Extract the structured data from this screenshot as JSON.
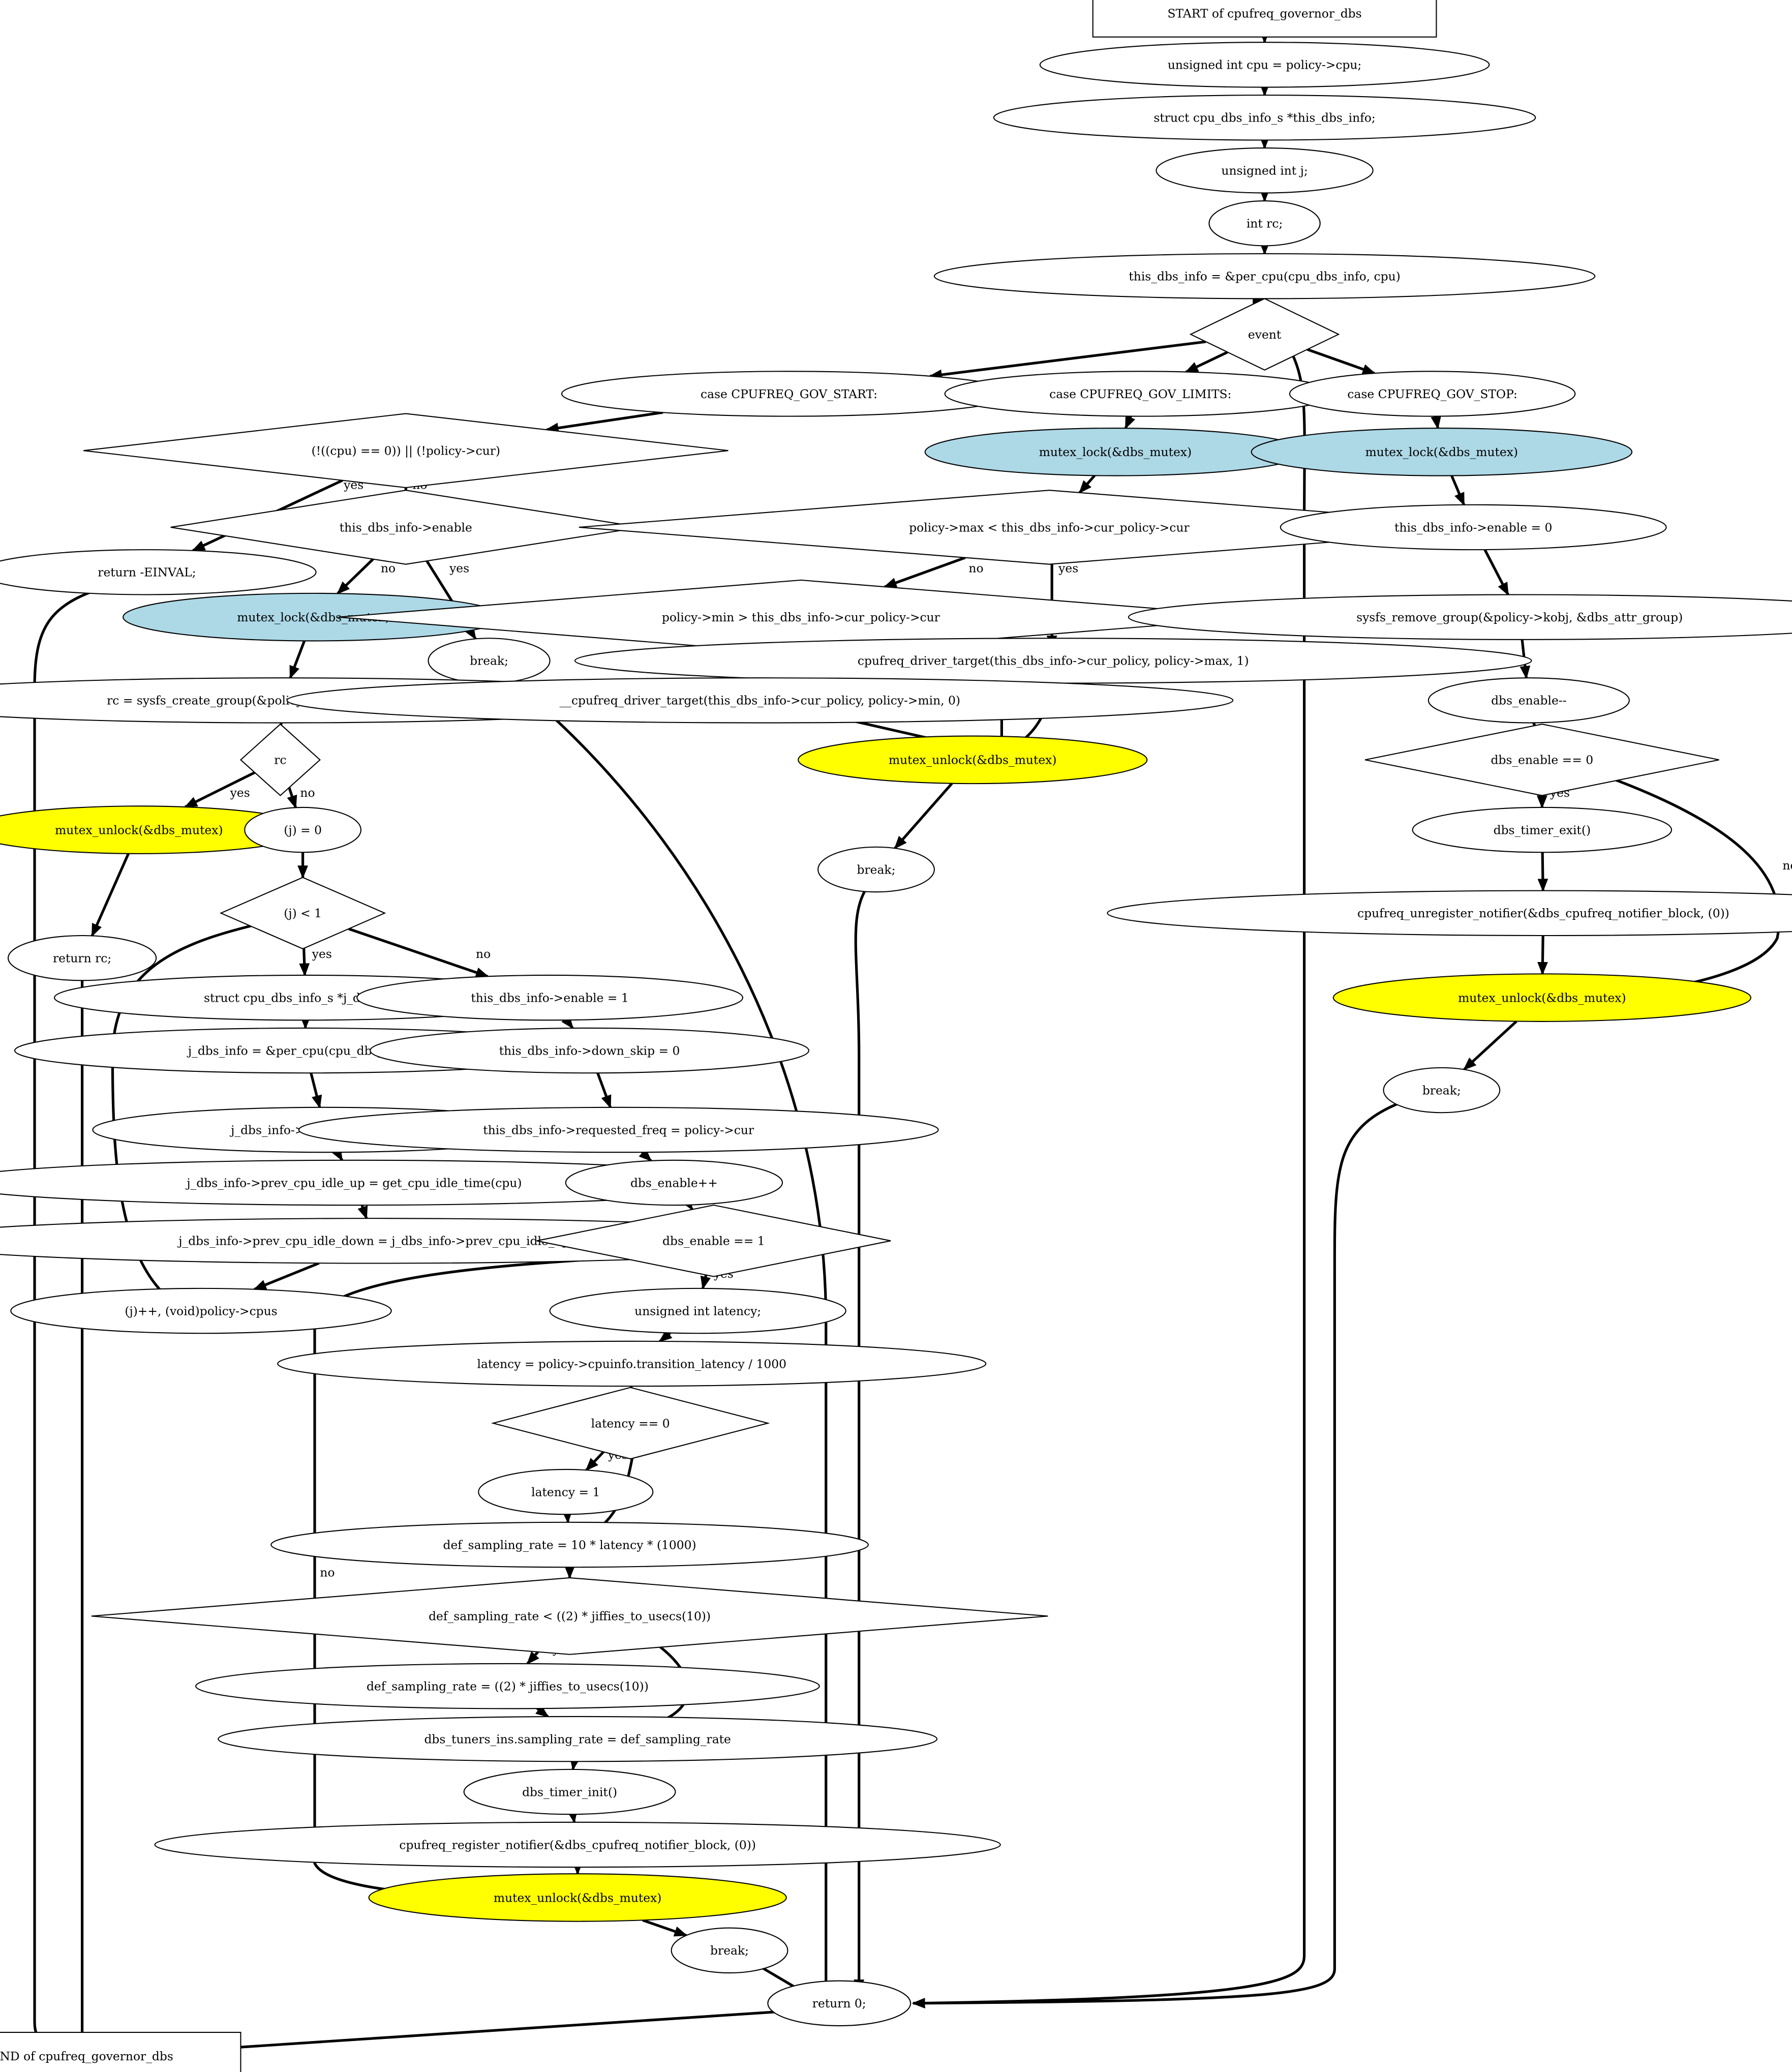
{
  "colors": {
    "lock_fill": "#add8e6",
    "unlock_fill": "#ffff00",
    "default_fill": "#ffffff",
    "stroke": "#000000"
  },
  "nodes": {
    "start": {
      "label": "START of cpufreq_governor_dbs",
      "shape": "box"
    },
    "n_cpu": {
      "label": "unsigned int cpu = policy->cpu;"
    },
    "n_struct": {
      "label": "struct cpu_dbs_info_s *this_dbs_info;"
    },
    "n_uj": {
      "label": "unsigned int j;"
    },
    "n_rc": {
      "label": "int rc;"
    },
    "n_this": {
      "label": "this_dbs_info = &per_cpu(cpu_dbs_info, cpu)"
    },
    "event": {
      "label": "event",
      "shape": "diamond"
    },
    "case_start": {
      "label": "case CPUFREQ_GOV_START:"
    },
    "case_limits": {
      "label": "case CPUFREQ_GOV_LIMITS:"
    },
    "case_stop": {
      "label": "case CPUFREQ_GOV_STOP:"
    },
    "cond_cpu": {
      "label": "(!((cpu) == 0)) || (!policy->cur)",
      "shape": "diamond"
    },
    "ret_einval": {
      "label": "return -EINVAL;"
    },
    "cond_enable": {
      "label": "this_dbs_info->enable",
      "shape": "diamond"
    },
    "lock_s": {
      "label": "mutex_lock(&dbs_mutex)",
      "fill": "lock"
    },
    "break_s1": {
      "label": "break;"
    },
    "sysfs_create": {
      "label": "rc = sysfs_create_group(&policy->kobj, &dbs_attr_group)"
    },
    "cond_rc": {
      "label": "rc",
      "shape": "diamond"
    },
    "unlock_rc": {
      "label": "mutex_unlock(&dbs_mutex)",
      "fill": "unlock"
    },
    "j_init": {
      "label": "(j) = 0"
    },
    "return_rc": {
      "label": "return rc;"
    },
    "cond_j": {
      "label": "(j) < 1",
      "shape": "diamond"
    },
    "j_struct": {
      "label": "struct cpu_dbs_info_s *j_dbs_info;"
    },
    "j_per": {
      "label": "j_dbs_info = &per_cpu(cpu_dbs_info, j)"
    },
    "j_cur": {
      "label": "j_dbs_info->cur_policy = policy"
    },
    "j_prev": {
      "label": "j_dbs_info->prev_cpu_idle_up = get_cpu_idle_time(cpu)"
    },
    "j_down": {
      "label": "j_dbs_info->prev_cpu_idle_down = j_dbs_info->prev_cpu_idle_up"
    },
    "j_inc": {
      "label": "(j)++, (void)policy->cpus"
    },
    "en1": {
      "label": "this_dbs_info->enable = 1"
    },
    "down_skip": {
      "label": "this_dbs_info->down_skip = 0"
    },
    "req_freq": {
      "label": "this_dbs_info->requested_freq = policy->cur"
    },
    "dbs_inc": {
      "label": "dbs_enable++"
    },
    "cond_dbs1": {
      "label": "dbs_enable == 1",
      "shape": "diamond"
    },
    "lat_decl": {
      "label": "unsigned int latency;"
    },
    "lat_assign": {
      "label": "latency = policy->cpuinfo.transition_latency / 1000"
    },
    "cond_lat": {
      "label": "latency == 0",
      "shape": "diamond"
    },
    "lat1": {
      "label": "latency = 1"
    },
    "def_rate": {
      "label": "def_sampling_rate = 10 * latency * (1000)"
    },
    "cond_def": {
      "label": "def_sampling_rate < ((2) * jiffies_to_usecs(10))",
      "shape": "diamond"
    },
    "def_set": {
      "label": "def_sampling_rate = ((2) * jiffies_to_usecs(10))"
    },
    "tuners": {
      "label": "dbs_tuners_ins.sampling_rate = def_sampling_rate"
    },
    "timer_init": {
      "label": "dbs_timer_init()"
    },
    "reg_notif": {
      "label": "cpufreq_register_notifier(&dbs_cpufreq_notifier_block, (0))"
    },
    "unlock_s": {
      "label": "mutex_unlock(&dbs_mutex)",
      "fill": "unlock"
    },
    "break_s2": {
      "label": "break;"
    },
    "lock_l": {
      "label": "mutex_lock(&dbs_mutex)",
      "fill": "lock"
    },
    "cond_max": {
      "label": "policy->max < this_dbs_info->cur_policy->cur",
      "shape": "diamond"
    },
    "cond_min": {
      "label": "policy->min > this_dbs_info->cur_policy->cur",
      "shape": "diamond"
    },
    "target_max": {
      "label": "cpufreq_driver_target(this_dbs_info->cur_policy, policy->max, 1)"
    },
    "target_min": {
      "label": "__cpufreq_driver_target(this_dbs_info->cur_policy, policy->min, 0)"
    },
    "unlock_l": {
      "label": "mutex_unlock(&dbs_mutex)",
      "fill": "unlock"
    },
    "break_l": {
      "label": "break;"
    },
    "lock_t": {
      "label": "mutex_lock(&dbs_mutex)",
      "fill": "lock"
    },
    "en0": {
      "label": "this_dbs_info->enable = 0"
    },
    "sysfs_remove": {
      "label": "sysfs_remove_group(&policy->kobj, &dbs_attr_group)"
    },
    "dbs_dec": {
      "label": "dbs_enable--"
    },
    "cond_dbs0": {
      "label": "dbs_enable == 0",
      "shape": "diamond"
    },
    "timer_exit": {
      "label": "dbs_timer_exit()"
    },
    "unreg_notif": {
      "label": "cpufreq_unregister_notifier(&dbs_cpufreq_notifier_block, (0))"
    },
    "unlock_t": {
      "label": "mutex_unlock(&dbs_mutex)",
      "fill": "unlock"
    },
    "break_t": {
      "label": "break;"
    },
    "return0": {
      "label": "return 0;"
    },
    "end": {
      "label": "END of cpufreq_governor_dbs",
      "shape": "box"
    }
  },
  "edges": [
    {
      "from": "start",
      "to": "n_cpu"
    },
    {
      "from": "n_cpu",
      "to": "n_struct"
    },
    {
      "from": "n_struct",
      "to": "n_uj"
    },
    {
      "from": "n_uj",
      "to": "n_rc"
    },
    {
      "from": "n_rc",
      "to": "n_this"
    },
    {
      "from": "n_this",
      "to": "event"
    },
    {
      "from": "event",
      "to": "case_start"
    },
    {
      "from": "event",
      "to": "case_limits"
    },
    {
      "from": "event",
      "to": "case_stop"
    },
    {
      "from": "event",
      "to": "return0"
    },
    {
      "from": "case_start",
      "to": "cond_cpu"
    },
    {
      "from": "cond_cpu",
      "to": "ret_einval",
      "label": "yes"
    },
    {
      "from": "cond_cpu",
      "to": "cond_enable",
      "label": "no"
    },
    {
      "from": "ret_einval",
      "to": "end"
    },
    {
      "from": "cond_enable",
      "to": "lock_s",
      "label": "no"
    },
    {
      "from": "cond_enable",
      "to": "break_s1",
      "label": "yes"
    },
    {
      "from": "break_s1",
      "to": "return0"
    },
    {
      "from": "lock_s",
      "to": "sysfs_create"
    },
    {
      "from": "sysfs_create",
      "to": "cond_rc"
    },
    {
      "from": "cond_rc",
      "to": "unlock_rc",
      "label": "yes"
    },
    {
      "from": "cond_rc",
      "to": "j_init",
      "label": "no"
    },
    {
      "from": "unlock_rc",
      "to": "return_rc"
    },
    {
      "from": "return_rc",
      "to": "end"
    },
    {
      "from": "j_init",
      "to": "cond_j"
    },
    {
      "from": "cond_j",
      "to": "j_struct",
      "label": "yes"
    },
    {
      "from": "cond_j",
      "to": "en1",
      "label": "no"
    },
    {
      "from": "j_struct",
      "to": "j_per"
    },
    {
      "from": "j_per",
      "to": "j_cur"
    },
    {
      "from": "j_cur",
      "to": "j_prev"
    },
    {
      "from": "j_prev",
      "to": "j_down"
    },
    {
      "from": "j_down",
      "to": "j_inc"
    },
    {
      "from": "j_inc",
      "to": "cond_j"
    },
    {
      "from": "en1",
      "to": "down_skip"
    },
    {
      "from": "down_skip",
      "to": "req_freq"
    },
    {
      "from": "req_freq",
      "to": "dbs_inc"
    },
    {
      "from": "dbs_inc",
      "to": "cond_dbs1"
    },
    {
      "from": "cond_dbs1",
      "to": "lat_decl",
      "label": "yes"
    },
    {
      "from": "cond_dbs1",
      "to": "unlock_s",
      "label": "no"
    },
    {
      "from": "lat_decl",
      "to": "lat_assign"
    },
    {
      "from": "lat_assign",
      "to": "cond_lat"
    },
    {
      "from": "cond_lat",
      "to": "lat1",
      "label": "yes"
    },
    {
      "from": "cond_lat",
      "to": "def_rate",
      "label": "no"
    },
    {
      "from": "lat1",
      "to": "def_rate"
    },
    {
      "from": "def_rate",
      "to": "cond_def"
    },
    {
      "from": "cond_def",
      "to": "def_set",
      "label": "yes"
    },
    {
      "from": "cond_def",
      "to": "tuners",
      "label": "no"
    },
    {
      "from": "def_set",
      "to": "tuners"
    },
    {
      "from": "tuners",
      "to": "timer_init"
    },
    {
      "from": "timer_init",
      "to": "reg_notif"
    },
    {
      "from": "reg_notif",
      "to": "unlock_s"
    },
    {
      "from": "unlock_s",
      "to": "break_s2"
    },
    {
      "from": "break_s2",
      "to": "return0"
    },
    {
      "from": "case_limits",
      "to": "lock_l"
    },
    {
      "from": "lock_l",
      "to": "cond_max"
    },
    {
      "from": "cond_max",
      "to": "cond_min",
      "label": "no"
    },
    {
      "from": "cond_max",
      "to": "target_max",
      "label": "yes"
    },
    {
      "from": "cond_min",
      "to": "target_min",
      "label": "yes"
    },
    {
      "from": "cond_min",
      "to": "unlock_l",
      "label": "no"
    },
    {
      "from": "target_min",
      "to": "unlock_l"
    },
    {
      "from": "target_max",
      "to": "unlock_l"
    },
    {
      "from": "unlock_l",
      "to": "break_l"
    },
    {
      "from": "break_l",
      "to": "return0"
    },
    {
      "from": "case_stop",
      "to": "lock_t"
    },
    {
      "from": "lock_t",
      "to": "en0"
    },
    {
      "from": "en0",
      "to": "sysfs_remove"
    },
    {
      "from": "sysfs_remove",
      "to": "dbs_dec"
    },
    {
      "from": "dbs_dec",
      "to": "cond_dbs0"
    },
    {
      "from": "cond_dbs0",
      "to": "timer_exit",
      "label": "yes"
    },
    {
      "from": "cond_dbs0",
      "to": "unlock_t",
      "label": "no"
    },
    {
      "from": "timer_exit",
      "to": "unreg_notif"
    },
    {
      "from": "unreg_notif",
      "to": "unlock_t"
    },
    {
      "from": "unlock_t",
      "to": "break_t"
    },
    {
      "from": "break_t",
      "to": "return0"
    },
    {
      "from": "return0",
      "to": "end"
    }
  ]
}
